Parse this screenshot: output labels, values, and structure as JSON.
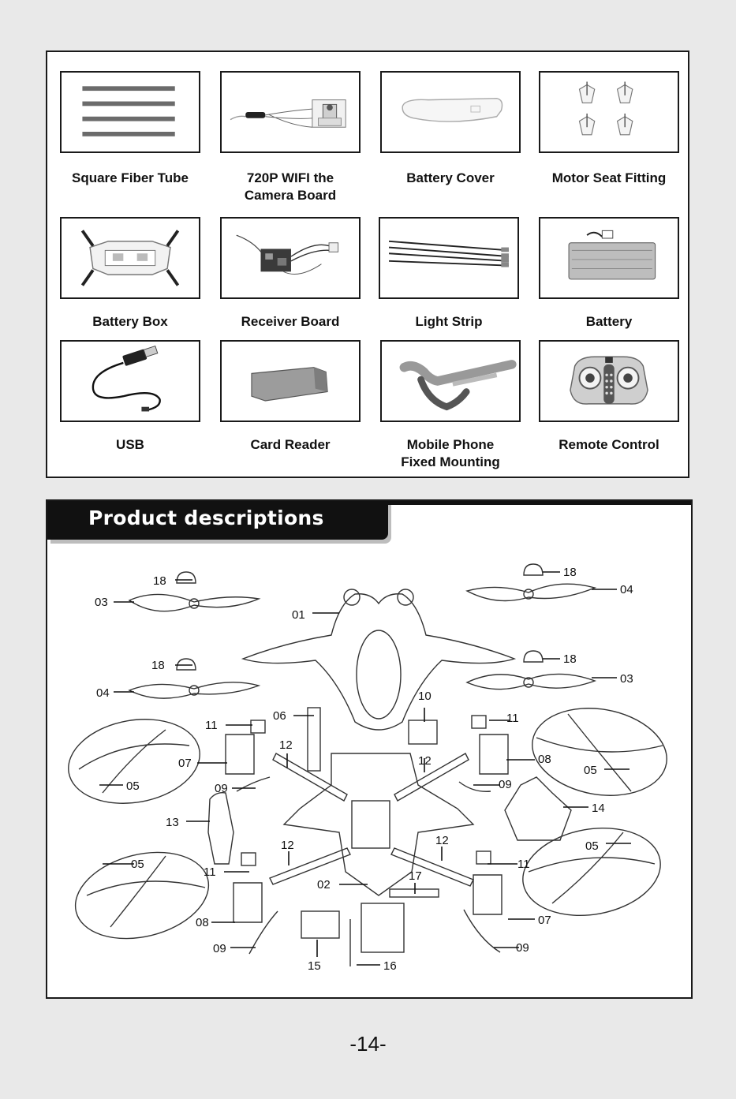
{
  "accessories": [
    {
      "label": "Square Fiber Tube",
      "icon": "fiber-tubes"
    },
    {
      "label": "720P WIFI the\nCamera Board",
      "icon": "camera-board"
    },
    {
      "label": "Battery Cover",
      "icon": "battery-cover"
    },
    {
      "label": "Motor Seat Fitting",
      "icon": "motor-seats"
    },
    {
      "label": "Battery Box",
      "icon": "battery-box"
    },
    {
      "label": "Receiver Board",
      "icon": "receiver-board"
    },
    {
      "label": "Light Strip",
      "icon": "light-strip"
    },
    {
      "label": "Battery",
      "icon": "battery"
    },
    {
      "label": "USB",
      "icon": "usb-cable"
    },
    {
      "label": "Card Reader",
      "icon": "card-reader"
    },
    {
      "label": "Mobile Phone\nFixed Mounting",
      "icon": "phone-mount"
    },
    {
      "label": "Remote Control",
      "icon": "remote-control"
    }
  ],
  "section": {
    "title": "Product descriptions"
  },
  "callouts": [
    "18",
    "03",
    "01",
    "18",
    "04",
    "18",
    "04",
    "18",
    "03",
    "10",
    "06",
    "11",
    "11",
    "12",
    "07",
    "08",
    "12",
    "05",
    "05",
    "09",
    "09",
    "13",
    "14",
    "12",
    "12",
    "05",
    "05",
    "11",
    "11",
    "02",
    "17",
    "08",
    "07",
    "09",
    "09",
    "15",
    "16"
  ],
  "page": {
    "number": "-14-"
  }
}
